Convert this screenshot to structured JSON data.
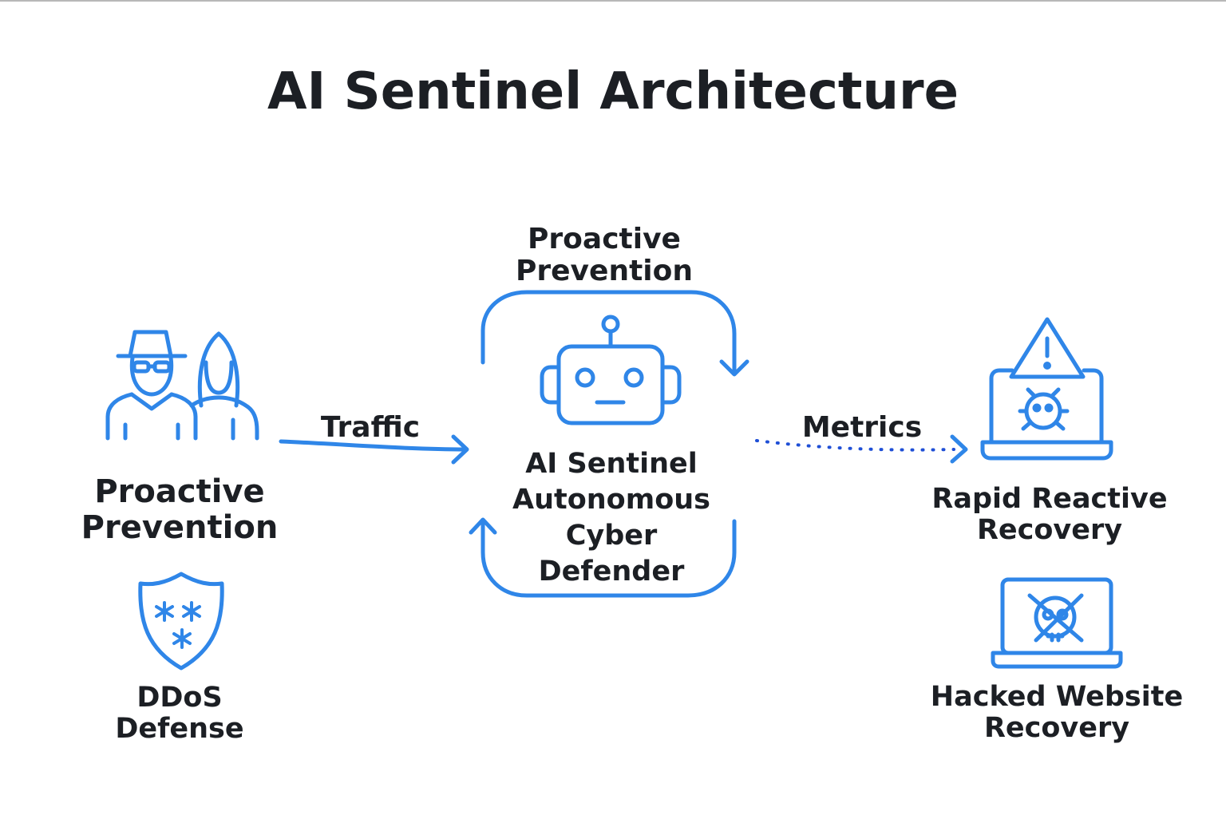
{
  "title": "AI Sentinel Architecture",
  "loop_label": "Proactive Prevention",
  "center": {
    "lines": [
      "AI Sentinel",
      "Autonomous",
      "Cyber",
      "Defender"
    ],
    "icon": "robot-icon"
  },
  "left": {
    "label_lines": [
      "Proactive",
      "Prevention"
    ],
    "icon": "users-icon",
    "sub_label_lines": [
      "DDoS",
      "Defense"
    ],
    "sub_icon": "shield-icon"
  },
  "right": {
    "label_lines": [
      "Rapid Reactive",
      "Recovery"
    ],
    "icon": "laptop-bug-alert-icon",
    "sub_label_lines": [
      "Hacked Website",
      "Recovery"
    ],
    "sub_icon": "laptop-skull-icon"
  },
  "edges": {
    "traffic": "Traffic",
    "metrics": "Metrics"
  },
  "colors": {
    "accent": "#2f86e8",
    "dotted": "#1f4fd6",
    "text": "#1c1f24"
  }
}
